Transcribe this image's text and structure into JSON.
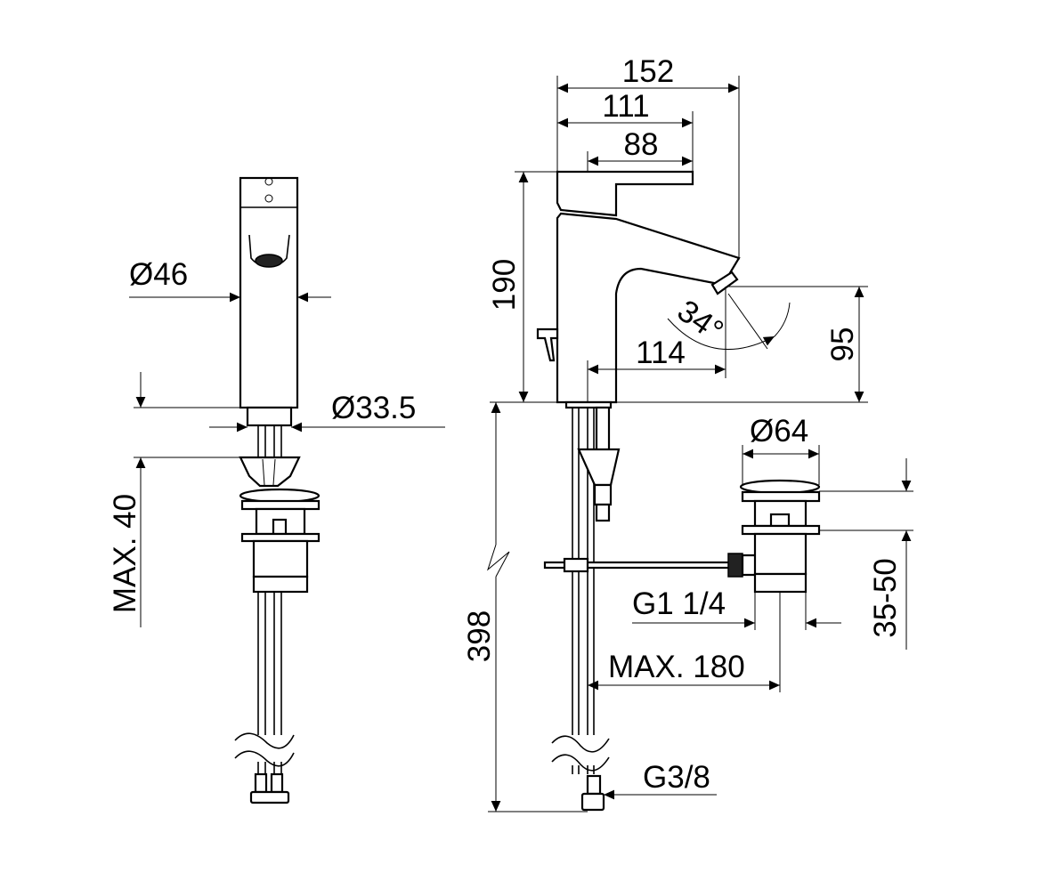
{
  "drawing": {
    "front_view": {
      "spout_diameter": "Ø46",
      "shank_diameter": "Ø33.5",
      "max_thickness": "MAX. 40"
    },
    "side_view": {
      "overall_depth": "152",
      "lever_depth": "111",
      "lever_length": "88",
      "height": "190",
      "spout_height": "95",
      "spout_reach": "114",
      "lever_angle": "34°",
      "hose_length": "398",
      "waste_diameter": "Ø64",
      "waste_thread": "G1 1/4",
      "waste_range": "35-50",
      "max_distance": "MAX. 180",
      "supply_thread": "G3/8"
    },
    "colors": {
      "line": "#000000",
      "background": "#ffffff"
    }
  }
}
